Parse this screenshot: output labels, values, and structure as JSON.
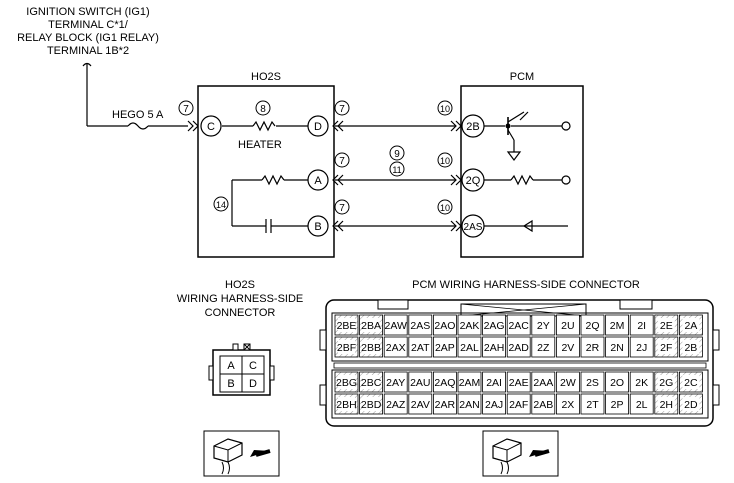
{
  "supply": {
    "line1": "IGNITION SWITCH (IG1)",
    "line2": "TERMINAL C*1/",
    "line3": "RELAY BLOCK (IG1 RELAY)",
    "line4": "TERMINAL 1B*2"
  },
  "fuse_label": "HEGO 5 A",
  "ho2s": {
    "title": "HO2S",
    "heater_label": "HEATER",
    "pins": [
      "C",
      "D",
      "A",
      "B"
    ]
  },
  "pcm": {
    "title": "PCM",
    "pins": [
      "2B",
      "2Q",
      "2AS"
    ]
  },
  "circled": {
    "n7": "7",
    "n8": "8",
    "n9": "9",
    "n10": "10",
    "n11": "11",
    "n14": "14"
  },
  "ho2s_connector": {
    "title1": "HO2S",
    "title2": "WIRING HARNESS-SIDE",
    "title3": "CONNECTOR",
    "cells": [
      "A",
      "C",
      "B",
      "D"
    ]
  },
  "pcm_connector": {
    "title": "PCM WIRING HARNESS-SIDE CONNECTOR",
    "upper_rows": [
      [
        "2BE",
        "2BA",
        "2AW",
        "2AS",
        "2AO",
        "2AK",
        "2AG",
        "2AC",
        "2Y",
        "2U",
        "2Q",
        "2M",
        "2I",
        "2E",
        "2A"
      ],
      [
        "2BF",
        "2BB",
        "2AX",
        "2AT",
        "2AP",
        "2AL",
        "2AH",
        "2AD",
        "2Z",
        "2V",
        "2R",
        "2N",
        "2J",
        "2F",
        "2B"
      ]
    ],
    "lower_rows": [
      [
        "2BG",
        "2BC",
        "2AY",
        "2AU",
        "2AQ",
        "2AM",
        "2AI",
        "2AE",
        "2AA",
        "2W",
        "2S",
        "2O",
        "2K",
        "2G",
        "2C"
      ],
      [
        "2BH",
        "2BD",
        "2AZ",
        "2AV",
        "2AR",
        "2AN",
        "2AJ",
        "2AF",
        "2AB",
        "2X",
        "2T",
        "2P",
        "2L",
        "2H",
        "2D"
      ]
    ]
  }
}
